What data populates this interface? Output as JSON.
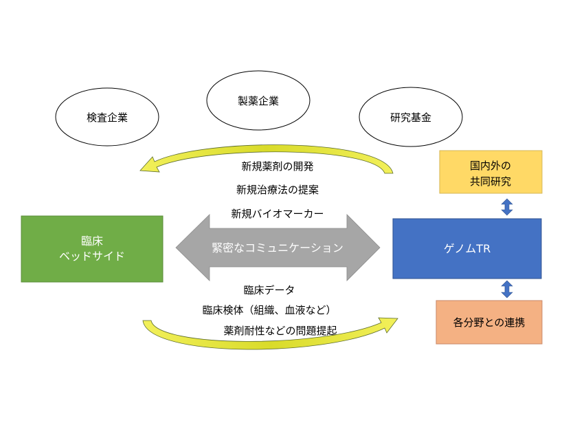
{
  "partners": {
    "inspection": "検査企業",
    "pharma": "製薬企業",
    "fund": "研究基金"
  },
  "top_outputs": [
    "新規薬剤の開発",
    "新規治療法の提案",
    "新規バイオマーカー"
  ],
  "clinical": {
    "line1": "臨床",
    "line2": "ベッドサイド"
  },
  "genome": {
    "label": "ゲノムTR"
  },
  "communication": {
    "label": "緊密なコミュニケーション"
  },
  "bottom_inputs": [
    "臨床データ",
    "臨床検体（組織、血液など）",
    "薬剤耐性などの問題提起"
  ],
  "collab_intl": {
    "line1": "国内外の",
    "line2": "共同研究"
  },
  "collab_fields": {
    "label": "各分野との連携"
  },
  "colors": {
    "clinical_green": "#70AD47",
    "genome_blue": "#4472C4",
    "intl_yellow": "#FFD966",
    "fields_salmon": "#F4B183",
    "comm_gray": "#A6A6A6",
    "curve_arrow": "#E8EA3A",
    "link_arrow": "#4472C4"
  },
  "icons": {
    "top_arrow": "curved-arrow-left-icon",
    "bottom_arrow": "curved-arrow-right-icon",
    "link_top": "double-arrow-vertical-icon",
    "link_bottom": "double-arrow-vertical-icon"
  }
}
